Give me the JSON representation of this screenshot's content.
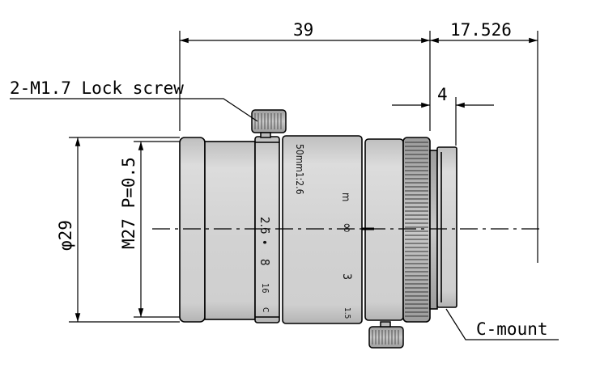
{
  "dimensions": {
    "overall_length": "39",
    "flange_back": "17.526",
    "mount_depth": "4",
    "outer_diameter": "φ29",
    "filter_thread": "M27 P=0.5"
  },
  "callouts": {
    "lock_screw": "2-M1.7 Lock screw",
    "mount": "C-mount"
  },
  "lens_markings": {
    "spec": "50mm1:2.6",
    "distance_unit": "m",
    "infinity": "∞",
    "distance_3": "3",
    "distance_15": "1.5",
    "apertures": [
      "2.6",
      "•",
      "8",
      "16",
      "C"
    ]
  },
  "colors": {
    "barrel": "#d6d6d6",
    "edge": "#000000",
    "shade": "#a9a9a9"
  }
}
